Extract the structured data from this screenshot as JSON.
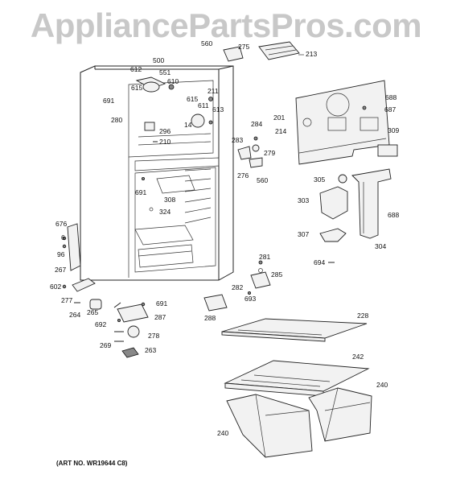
{
  "watermark": "AppliancePartsPros.com",
  "art_number": "(ART NO. WR19644 C8)",
  "callouts": [
    {
      "id": "500",
      "text": "500"
    },
    {
      "id": "612",
      "text": "612"
    },
    {
      "id": "551",
      "text": "551"
    },
    {
      "id": "615a",
      "text": "615"
    },
    {
      "id": "610",
      "text": "610"
    },
    {
      "id": "691a",
      "text": "691"
    },
    {
      "id": "211",
      "text": "211"
    },
    {
      "id": "615b",
      "text": "615"
    },
    {
      "id": "611",
      "text": "611"
    },
    {
      "id": "613",
      "text": "613"
    },
    {
      "id": "280",
      "text": "280"
    },
    {
      "id": "14",
      "text": "14"
    },
    {
      "id": "296",
      "text": "296"
    },
    {
      "id": "210",
      "text": "210"
    },
    {
      "id": "560a",
      "text": "560"
    },
    {
      "id": "275",
      "text": "275"
    },
    {
      "id": "213",
      "text": "213"
    },
    {
      "id": "201",
      "text": "201"
    },
    {
      "id": "214",
      "text": "214"
    },
    {
      "id": "688a",
      "text": "688"
    },
    {
      "id": "687",
      "text": "687"
    },
    {
      "id": "309",
      "text": "309"
    },
    {
      "id": "284",
      "text": "284"
    },
    {
      "id": "283",
      "text": "283"
    },
    {
      "id": "279",
      "text": "279"
    },
    {
      "id": "276",
      "text": "276"
    },
    {
      "id": "560b",
      "text": "560"
    },
    {
      "id": "691b",
      "text": "691"
    },
    {
      "id": "308",
      "text": "308"
    },
    {
      "id": "324",
      "text": "324"
    },
    {
      "id": "305",
      "text": "305"
    },
    {
      "id": "303",
      "text": "303"
    },
    {
      "id": "688b",
      "text": "688"
    },
    {
      "id": "307",
      "text": "307"
    },
    {
      "id": "304",
      "text": "304"
    },
    {
      "id": "694",
      "text": "694"
    },
    {
      "id": "676",
      "text": "676"
    },
    {
      "id": "6",
      "text": "6"
    },
    {
      "id": "96",
      "text": "96"
    },
    {
      "id": "267",
      "text": "267"
    },
    {
      "id": "281",
      "text": "281"
    },
    {
      "id": "285",
      "text": "285"
    },
    {
      "id": "282",
      "text": "282"
    },
    {
      "id": "693",
      "text": "693"
    },
    {
      "id": "602",
      "text": "602"
    },
    {
      "id": "277",
      "text": "277"
    },
    {
      "id": "691c",
      "text": "691"
    },
    {
      "id": "264",
      "text": "264"
    },
    {
      "id": "265",
      "text": "265"
    },
    {
      "id": "287",
      "text": "287"
    },
    {
      "id": "288",
      "text": "288"
    },
    {
      "id": "692",
      "text": "692"
    },
    {
      "id": "278",
      "text": "278"
    },
    {
      "id": "269",
      "text": "269"
    },
    {
      "id": "263",
      "text": "263"
    },
    {
      "id": "228",
      "text": "228"
    },
    {
      "id": "242",
      "text": "242"
    },
    {
      "id": "240a",
      "text": "240"
    },
    {
      "id": "240b",
      "text": "240"
    }
  ]
}
